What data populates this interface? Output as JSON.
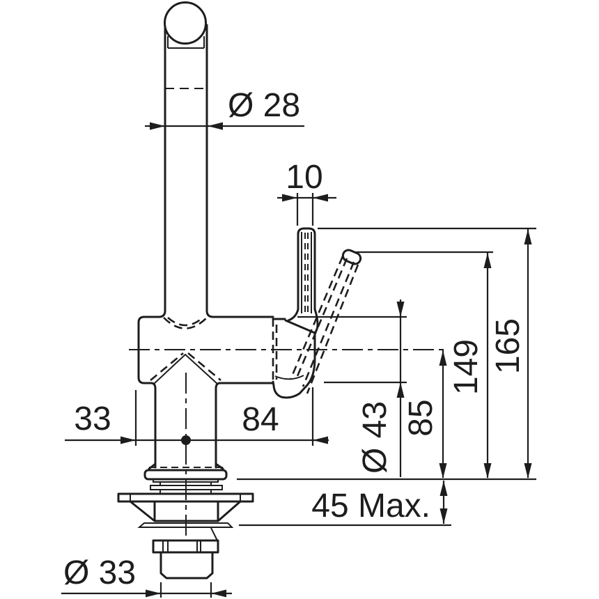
{
  "page": {
    "background": "#ffffff",
    "line_color": "#1d1d1d"
  },
  "drawing": {
    "type": "technical-dimension-drawing",
    "subject": "kitchen faucet side elevation with mounting shank",
    "units_implied": "mm",
    "dimensions": {
      "spout_tube_diameter": {
        "label": "Ø 28"
      },
      "handle_diameter": {
        "label": "10"
      },
      "total_height": {
        "label": "165"
      },
      "handle_top_height": {
        "label": "149"
      },
      "spout_axis_height": {
        "label": "85"
      },
      "body_diameter": {
        "label": "Ø 43"
      },
      "spout_reach": {
        "label": "84"
      },
      "rear_offset": {
        "label": "33"
      },
      "max_counter_thickness": {
        "label": "45 Max."
      },
      "mounting_hole_diameter": {
        "label": "Ø 33"
      }
    }
  }
}
